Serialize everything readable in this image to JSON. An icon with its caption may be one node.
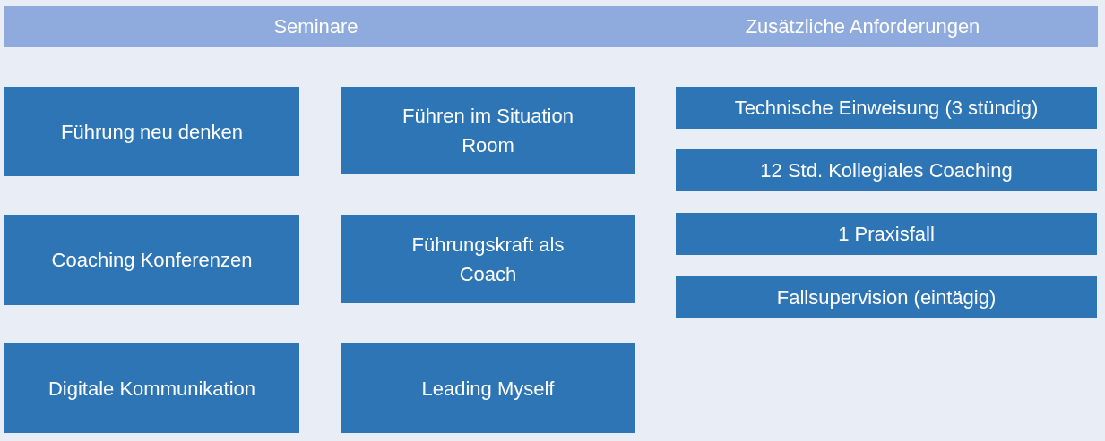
{
  "diagram": {
    "nodes": [
      {
        "text": [
          "Seminare",
          "Zusätzliche Anforderungen"
        ]
      },
      {
        "text": [
          "Führung neu denken"
        ]
      },
      {
        "text": [
          "Führen im Situation Room"
        ]
      },
      {
        "text": [
          "Technische Einweisung (3 stündig)"
        ]
      },
      {
        "text": [
          "12 Std. Kollegiales Coaching"
        ]
      },
      {
        "text": [
          "Coaching Konferenzen"
        ]
      },
      {
        "text": [
          "Führungskraft als Coach"
        ]
      },
      {
        "text": [
          "1 Praxisfall"
        ]
      },
      {
        "text": [
          "Fallsupervision (eintägig)"
        ]
      },
      {
        "text": [
          "Digitale Kommunikation"
        ]
      },
      {
        "text": [
          "Leading Myself"
        ]
      }
    ]
  }
}
